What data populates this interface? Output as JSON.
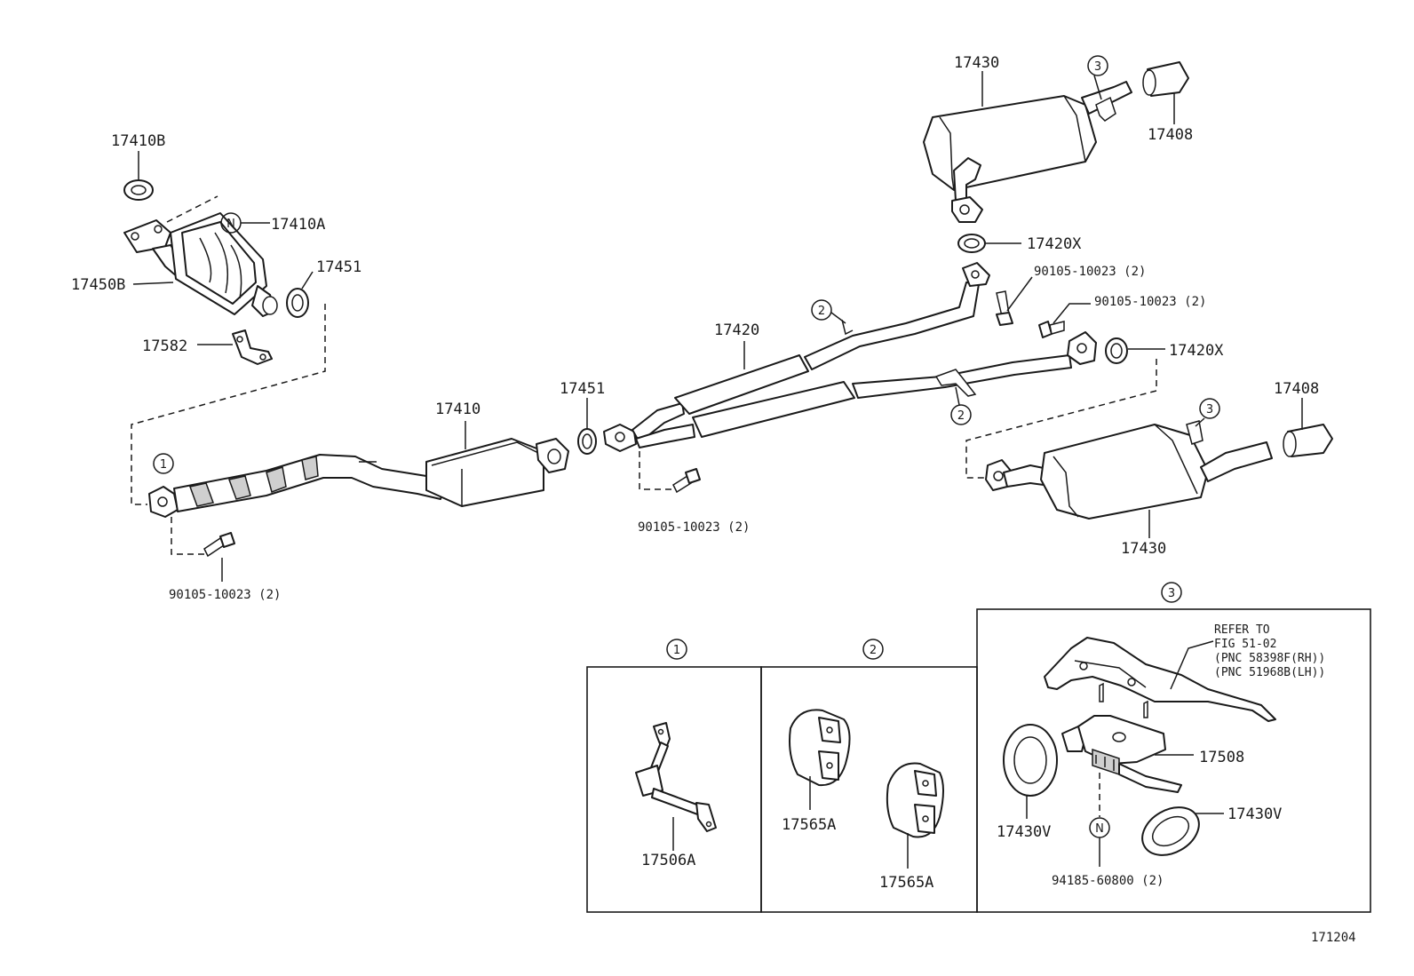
{
  "labels": {
    "p17410B": "17410B",
    "p17410A": "17410A",
    "p17450B": "17450B",
    "p17451_top": "17451",
    "p17582": "17582",
    "p17410": "17410",
    "p17451_mid": "17451",
    "p17420": "17420",
    "p17430_top": "17430",
    "p17408_top": "17408",
    "p17420X_top": "17420X",
    "p90105_a": "90105-10023 (2)",
    "p90105_b": "90105-10023 (2)",
    "p17420X_mid": "17420X",
    "p17408_mid": "17408",
    "p17430_bot": "17430",
    "p90105_c": "90105-10023 (2)",
    "p90105_d": "90105-10023 (2)",
    "p17506A": "17506A",
    "p17565A_a": "17565A",
    "p17565A_b": "17565A",
    "p17508": "17508",
    "p17430V_a": "17430V",
    "p17430V_b": "17430V",
    "p94185": "94185-60800 (2)",
    "refer_line1": "REFER TO",
    "refer_line2": "FIG 51-02",
    "refer_line3": "(PNC 58398F(RH))",
    "refer_line4": "(PNC 51968B(LH))",
    "figure_number": "171204"
  },
  "markers": {
    "n": "N",
    "c1": "1",
    "c2": "2",
    "c3": "3"
  },
  "detail_boxes": {
    "box1_title": "1",
    "box2_title": "2",
    "box3_title": "3"
  }
}
